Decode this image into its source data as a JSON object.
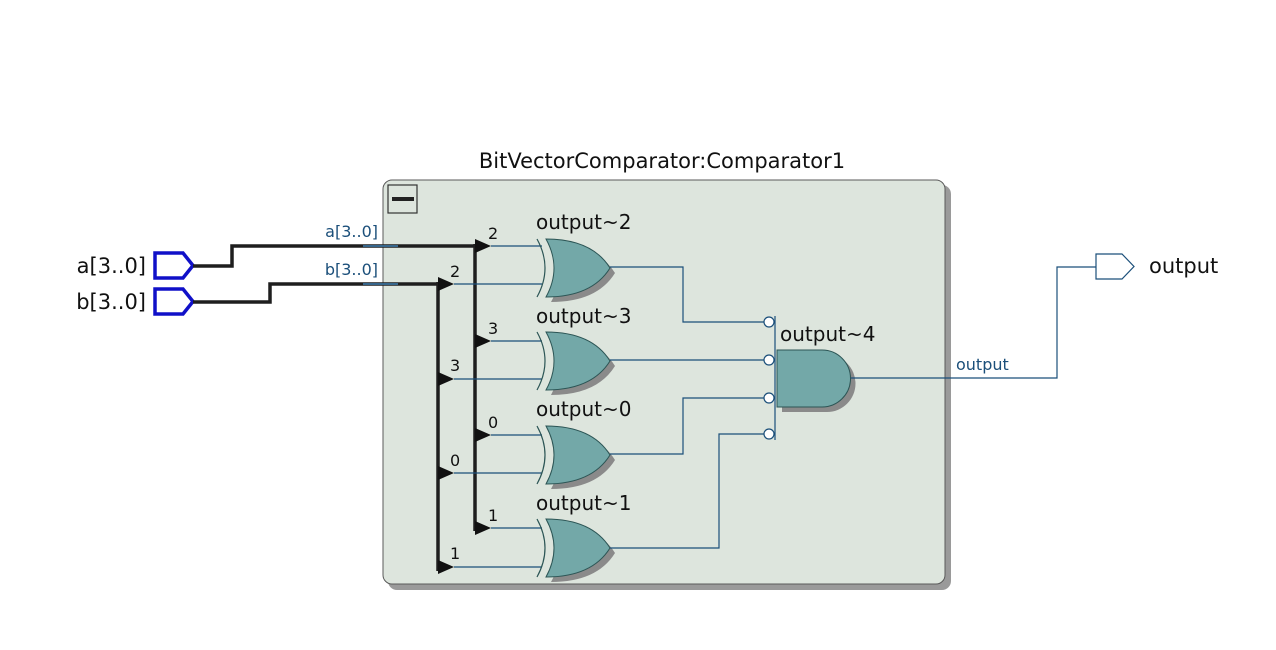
{
  "module": {
    "title": "BitVectorComparator:Comparator1",
    "collapse_glyph": "minus-icon"
  },
  "inputs": [
    {
      "label": "a[3..0]",
      "bus_label": "a[3..0]"
    },
    {
      "label": "b[3..0]",
      "bus_label": "b[3..0]"
    }
  ],
  "xor_gates": [
    {
      "name": "output~2",
      "bit_a": "2",
      "bit_b": "2"
    },
    {
      "name": "output~3",
      "bit_a": "3",
      "bit_b": "3"
    },
    {
      "name": "output~0",
      "bit_a": "0",
      "bit_b": "0"
    },
    {
      "name": "output~1",
      "bit_a": "1",
      "bit_b": "1"
    }
  ],
  "and_gate": {
    "name": "output~4"
  },
  "output": {
    "label": "output",
    "net_label": "output"
  },
  "colors": {
    "module_fill": "#dde5dd",
    "gate_fill": "#73a8a8",
    "input_port": "#1010c8",
    "net": "#1b4f7a",
    "bus": "#1e1e1e"
  }
}
